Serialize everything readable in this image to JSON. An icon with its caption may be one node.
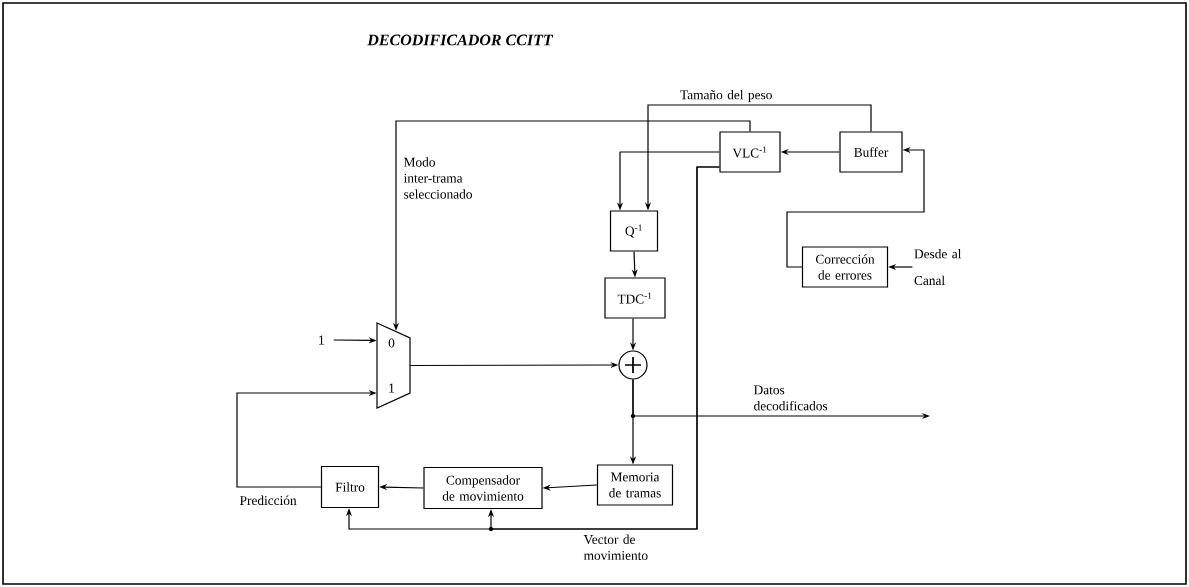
{
  "diagram": {
    "title": "DECODIFICADOR CCITT",
    "nodes": [
      {
        "text": [
          "VLC$^{-1}$"
        ]
      },
      {
        "text": [
          "Buffer"
        ]
      },
      {
        "text": [
          "Q$^{-1}$"
        ]
      },
      {
        "text": [
          "Corrección de errores"
        ]
      },
      {
        "text": [
          "Desde al Canal"
        ]
      },
      {
        "text": [
          "TDC$^{-1}$"
        ]
      },
      {
        "text": [
          "1"
        ]
      },
      {
        "text": [
          "0",
          "1"
        ]
      },
      {
        "text": [],
        "shape": "circle"
      },
      {
        "text": [
          "Filtro"
        ]
      },
      {
        "text": [
          "Compensador de movimiento"
        ]
      },
      {
        "text": [
          "Memoria de tramas"
        ]
      }
    ],
    "edges": [
      {
        "from": 1,
        "to": 0,
        "arrow": "to"
      },
      {
        "from": 1,
        "to": 2,
        "arrow": "to",
        "label": "Tamaño del peso"
      },
      {
        "from": 0,
        "to": 2,
        "arrow": "to"
      },
      {
        "from": 0,
        "to": 7,
        "arrow": "to",
        "label": "Modo inter-trama seleccionado"
      },
      {
        "from": 3,
        "to": 1,
        "arrow": "to"
      },
      {
        "from": 4,
        "to": 3,
        "arrow": "to"
      },
      {
        "from": 6,
        "to": 7,
        "arrow": "to"
      },
      {
        "from": 2,
        "to": 5,
        "arrow": "to"
      },
      {
        "from": 5,
        "to": 8,
        "arrow": "to"
      },
      {
        "from": 7,
        "to": 8,
        "arrow": "to"
      },
      {
        "from": 8,
        "to": 11,
        "arrow": "to"
      },
      {
        "from": 8,
        "to": null,
        "arrow": "to",
        "label": "Datos decodificados"
      },
      {
        "from": 11,
        "to": 10,
        "arrow": "to"
      },
      {
        "from": 10,
        "to": 9,
        "arrow": "to"
      },
      {
        "from": 9,
        "to": 7,
        "arrow": "to",
        "label": "Predicción"
      },
      {
        "from": 0,
        "to": 10,
        "arrow": "to",
        "label": "Vector de movimiento"
      },
      {
        "from": 0,
        "to": 9,
        "arrow": "to"
      }
    ]
  }
}
